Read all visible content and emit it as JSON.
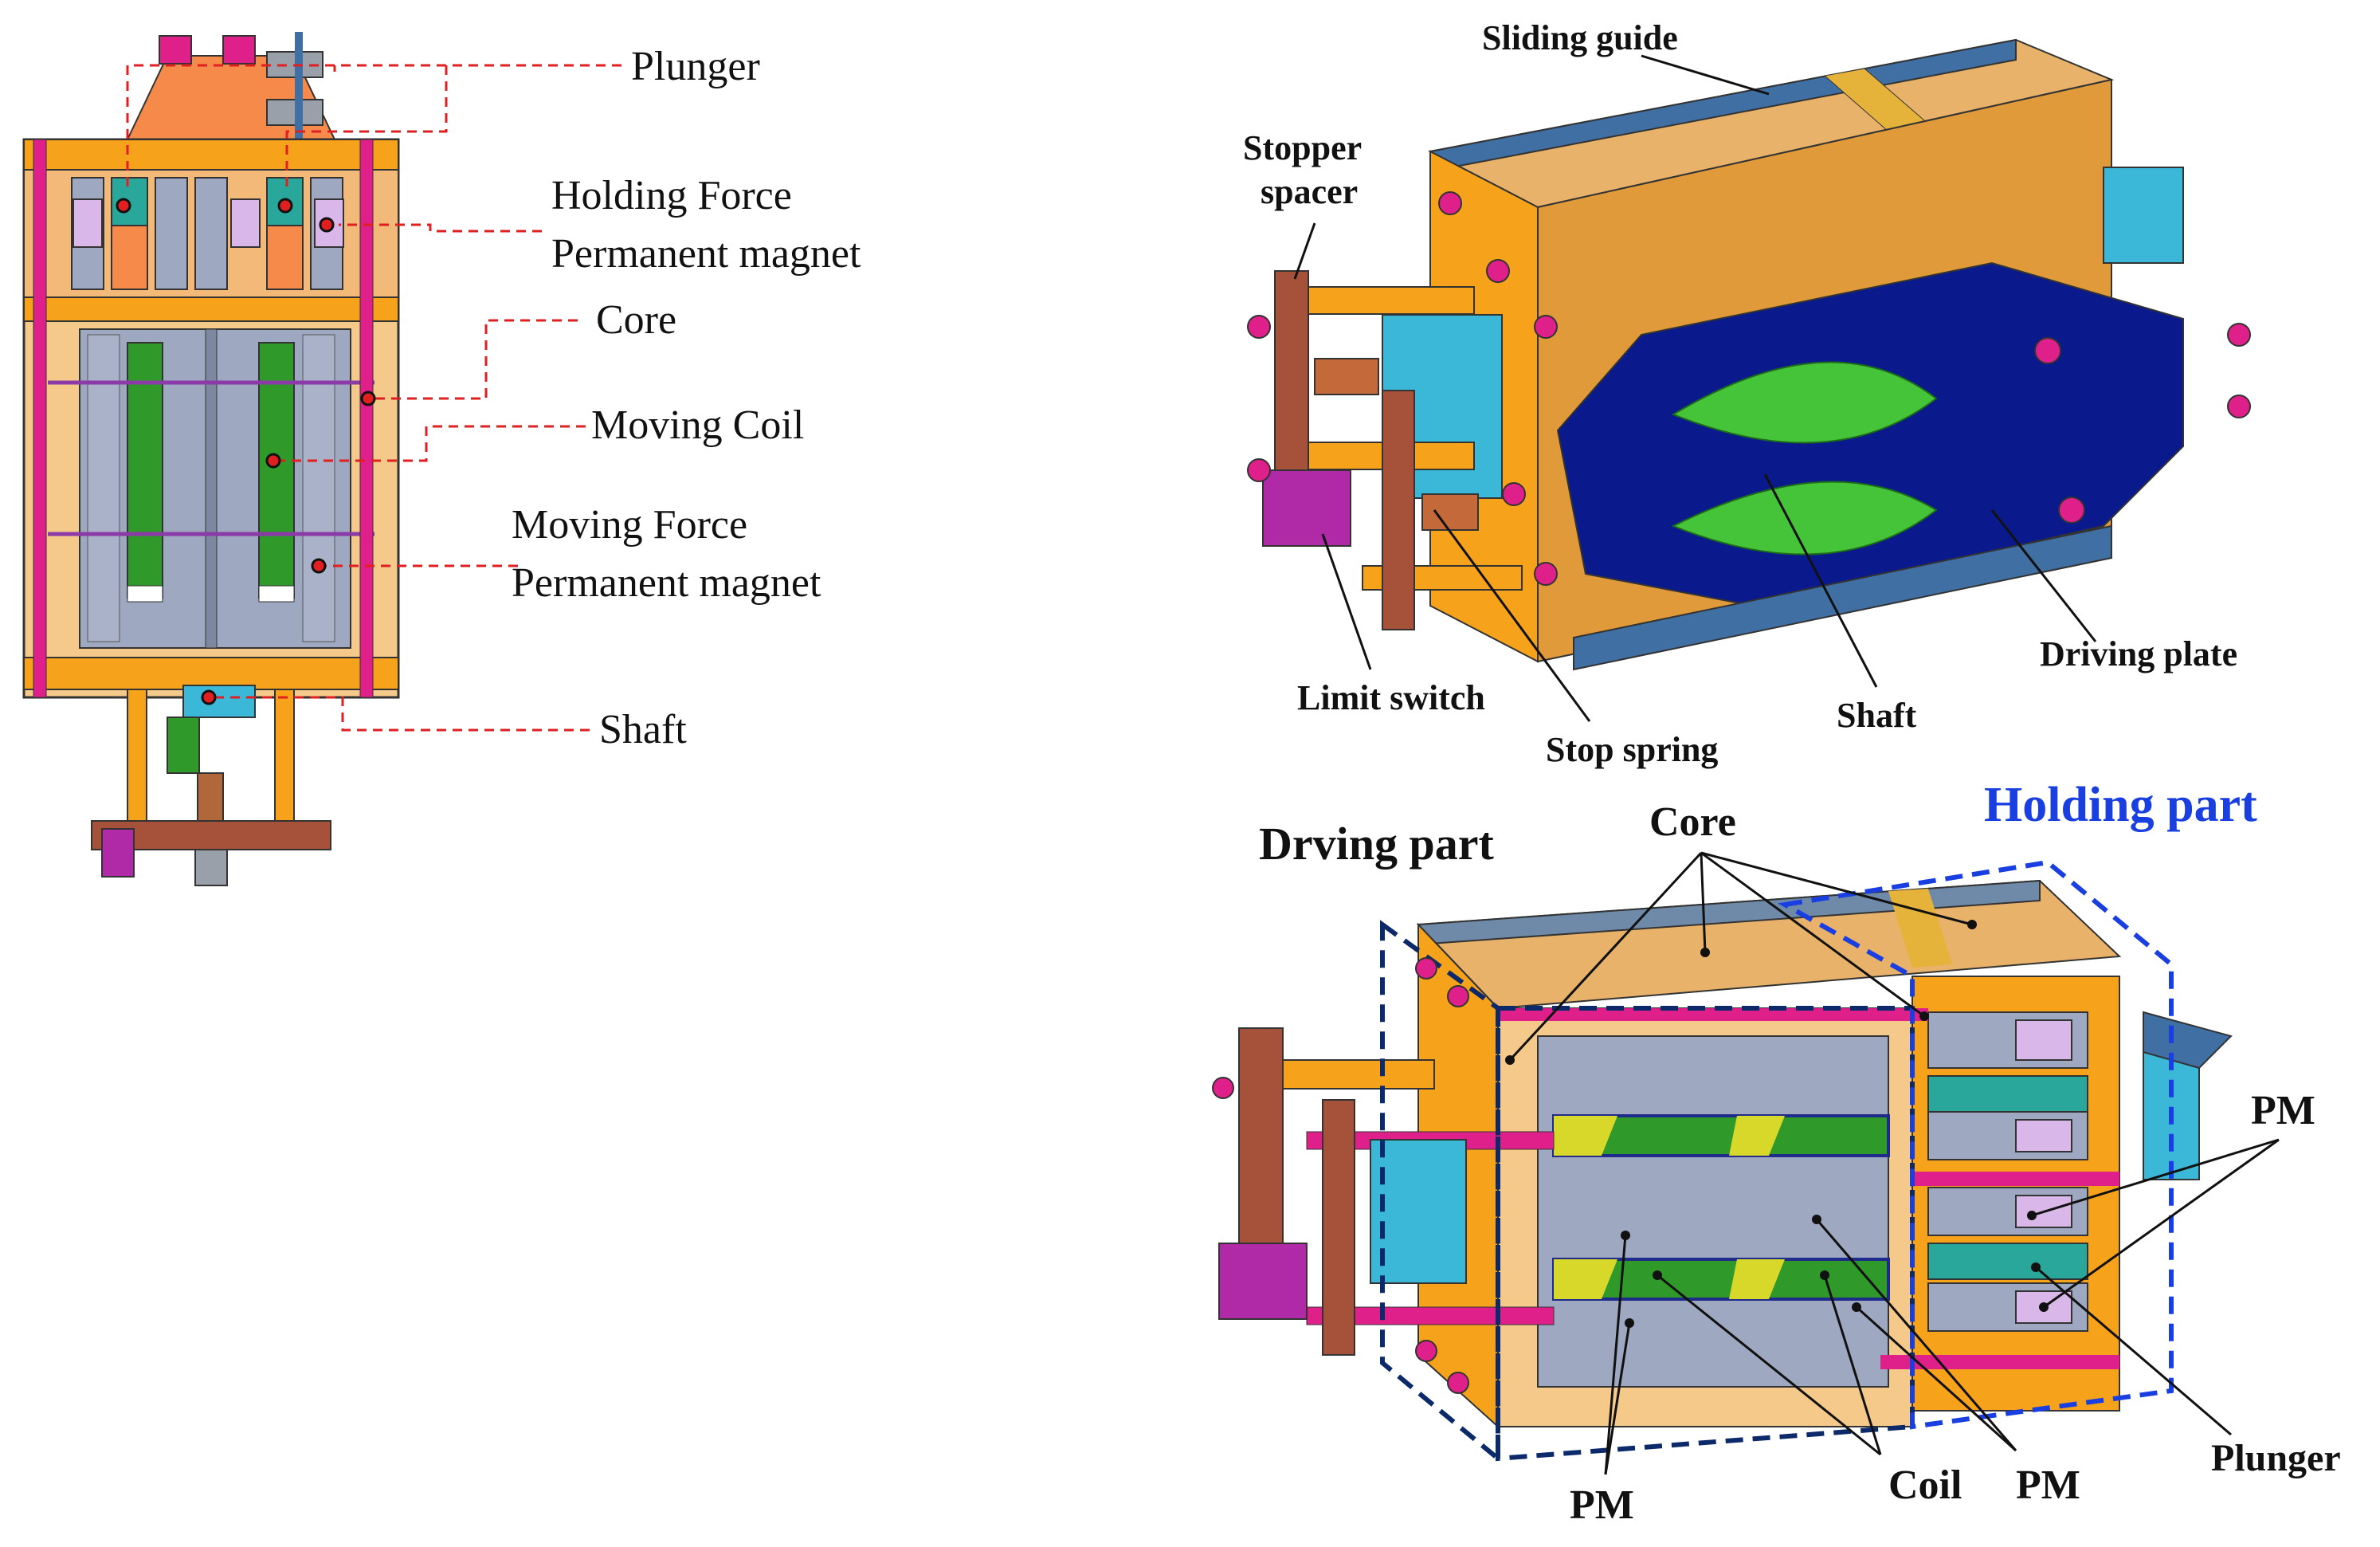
{
  "colors": {
    "orange": "#f7a21b",
    "tan": "#f5c98a",
    "core_gray": "#9ea8c0",
    "coil_green": "#2f9a2a",
    "pm_lavender": "#d9b7e8",
    "magenta": "#e0208a",
    "navy_plate": "#0a1a8c",
    "steel_blue": "#3f6fa3",
    "cyan": "#3bb7d8",
    "copper": "#a6523a",
    "leader_red": "#e02020",
    "leader_black": "#111111",
    "box_dark": "#0c2a6a",
    "box_blue": "#1a3fe0"
  },
  "left_section": {
    "labels": {
      "plunger": "Plunger",
      "holding_line1": "Holding Force",
      "holding_line2": "Permanent magnet",
      "core": "Core",
      "moving_coil": "Moving Coil",
      "moving_line1": "Moving Force",
      "moving_line2": "Permanent magnet",
      "shaft": "Shaft"
    }
  },
  "top_right": {
    "labels": {
      "sliding_guide": "Sliding guide",
      "stopper_line1": "Stopper",
      "stopper_line2": "spacer",
      "limit_switch": "Limit switch",
      "stop_spring": "Stop spring",
      "shaft": "Shaft",
      "driving_plate": "Driving plate"
    }
  },
  "bottom_right": {
    "labels": {
      "driving_part": "Drving part",
      "holding_part": "Holding part",
      "core": "Core",
      "pm_right": "PM",
      "plunger": "Plunger",
      "pm_bottom_left": "PM",
      "coil": "Coil",
      "pm_bottom_mid": "PM"
    }
  }
}
